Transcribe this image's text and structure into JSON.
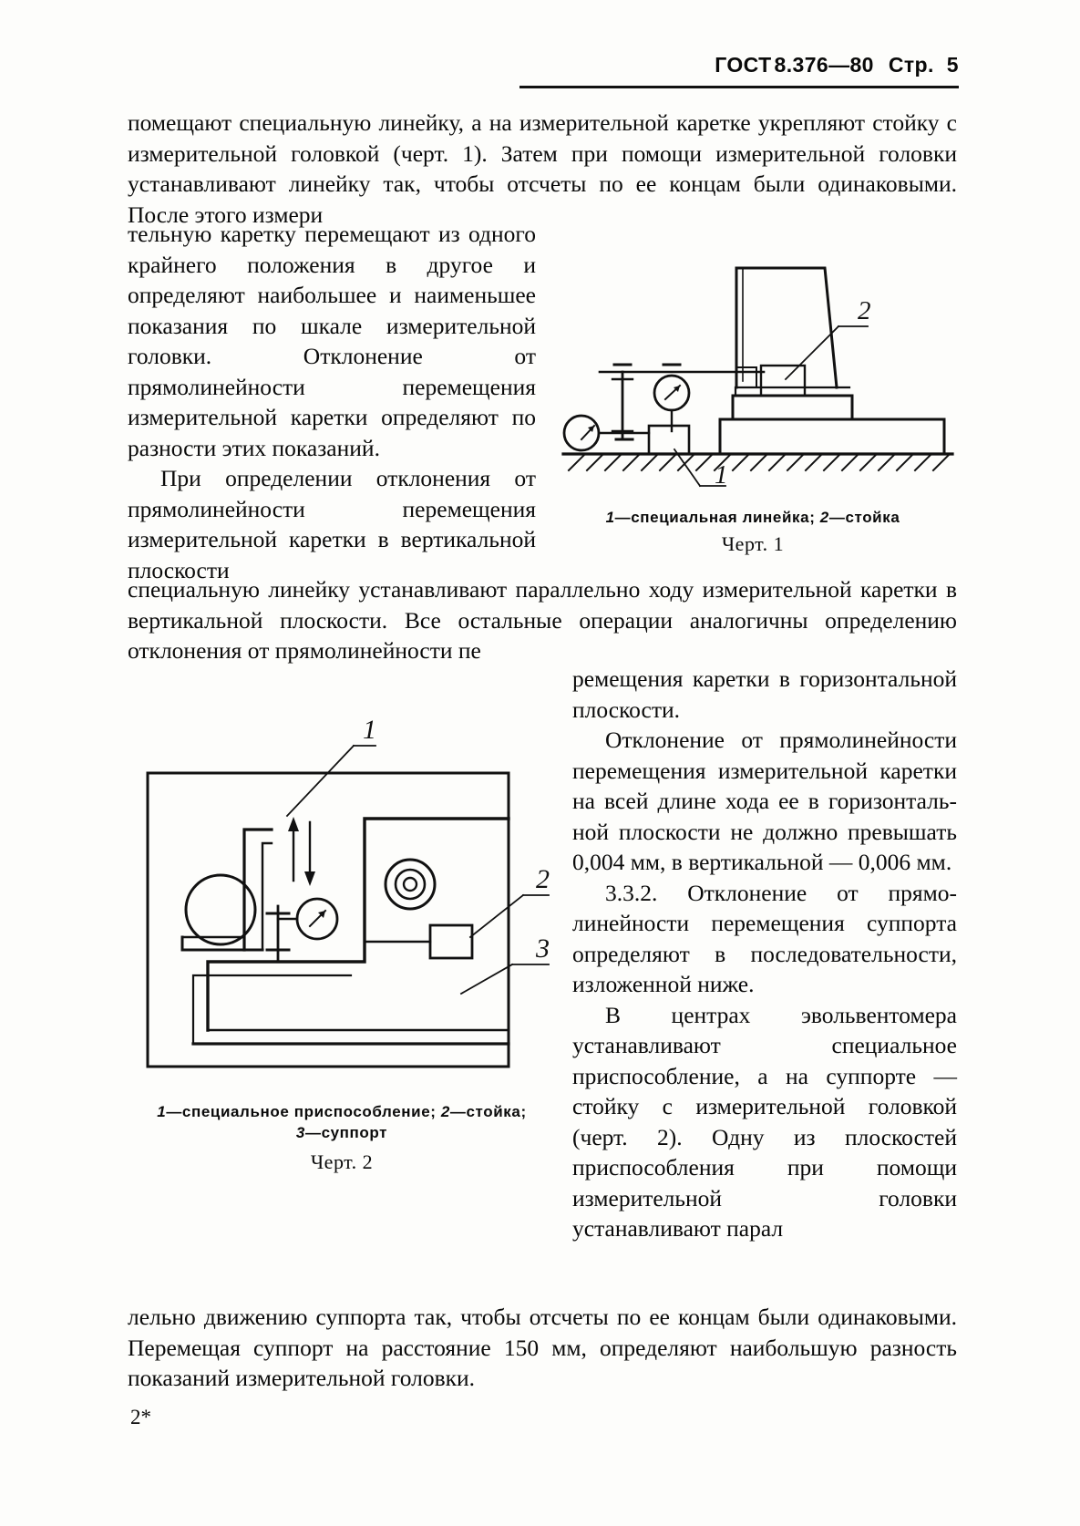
{
  "header": {
    "standard_label": "ГОСТ",
    "standard_number": "8.376—80",
    "page_word": "Стр.",
    "page_number": "5"
  },
  "paragraphs": {
    "top": "помещают специальную линейку, а на измерительной каретке ук­репляют стойку с измерительной головкой (черт. 1). Затем при помощи измерительной головки устанавливают линейку так, что­бы отсчеты по ее концам были одинаковыми. После этого измери­",
    "left_column": "тельную каретку перемещают из одного крайнего положения в другое и определяют наи­большее и наименьшее пока­зания по шкале измеритель­ной головки. Отклонение от прямолинейности перемещения измерительной каретки опре­деляют по разности этих пока­заний.",
    "left_column_2": "При определении отклоне­ния от прямолинейности пере­мещения измерительной карет­ки в вертикальной плоскости",
    "mid_full": "специальную линейку устанавливают параллельно ходу измери­тельной каретки в вертикальной плоскости. Все остальные опера­ции аналогичны определению отклонения от прямолинейности пе­",
    "right_col_1": "ремещения каретки в горизон­тальной плоскости.",
    "right_col_2": "Отклонение от прямоли­нейности перемещения изме­рительной каретки на всей длине хода ее в горизонталь­ной плоскости не должно пре­вышать 0,004 мм, в верти­кальной — 0,006 мм.",
    "right_col_3": "3.3.2. Отклонение от прямо­линейности перемещения суп­порта определяют в последо­вательности, изложенной ни­же.",
    "right_col_4": "В центрах эвольвентомера устанавливают специальное приспособление, а на суппор­те — стойку с измерительной головкой (черт. 2). Одну из плоскостей приспособления при помощи измерительной головки устанавливают парал­",
    "bottom_full": "лельно движению суппорта так, чтобы отсчеты по ее концам бы­ли одинаковыми. Перемещая суппорт на расстояние 150 мм, опре­деляют наибольшую разность показаний измерительной головки."
  },
  "figure1": {
    "caption_item1_num": "1",
    "caption_item1_text": "—специальная линейка; ",
    "caption_item2_num": "2",
    "caption_item2_text": "—стойка",
    "number_label": "Черт. 1",
    "callout_1": "1",
    "callout_2": "2"
  },
  "figure2": {
    "caption_item1_num": "1",
    "caption_item1_text": "—специальное приспособление; ",
    "caption_item2_num": "2",
    "caption_item2_text": "—стойка;",
    "caption_line2_num": "3",
    "caption_line2_text": "—суппорт",
    "number_label": "Черт. 2",
    "callout_1": "1",
    "callout_2": "2",
    "callout_3": "3"
  },
  "footer": {
    "signature_mark": "2*"
  },
  "colors": {
    "ink": "#0a0a0a",
    "paper": "#fdfdfb"
  }
}
